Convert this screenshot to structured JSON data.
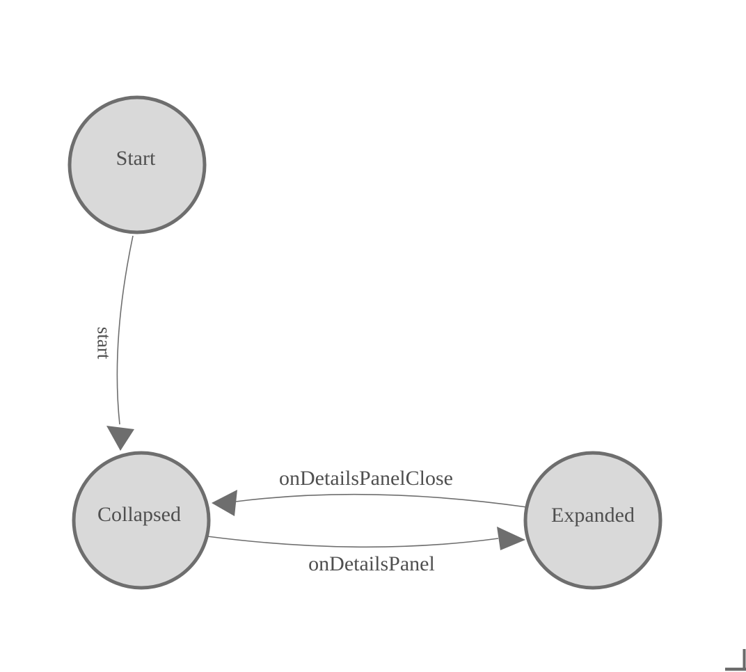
{
  "diagram": {
    "type": "state-machine",
    "nodes": [
      {
        "id": "start",
        "label": "Start"
      },
      {
        "id": "collapsed",
        "label": "Collapsed"
      },
      {
        "id": "expanded",
        "label": "Expanded"
      }
    ],
    "edges": [
      {
        "from": "start",
        "to": "collapsed",
        "label": "start"
      },
      {
        "from": "expanded",
        "to": "collapsed",
        "label": "onDetailsPanelClose"
      },
      {
        "from": "collapsed",
        "to": "expanded",
        "label": "onDetailsPanel"
      }
    ],
    "icons": {
      "corner_bracket": "bottom-right-corner-mark"
    },
    "colors": {
      "background": "#ffffff",
      "node_fill": "#d9d9d9",
      "node_stroke": "#6e6e6e",
      "edge_line": "#6e6e6e",
      "arrowhead": "#6e6e6e",
      "label_text": "#4f4f4f",
      "corner_mark": "#6b6b6b"
    }
  }
}
